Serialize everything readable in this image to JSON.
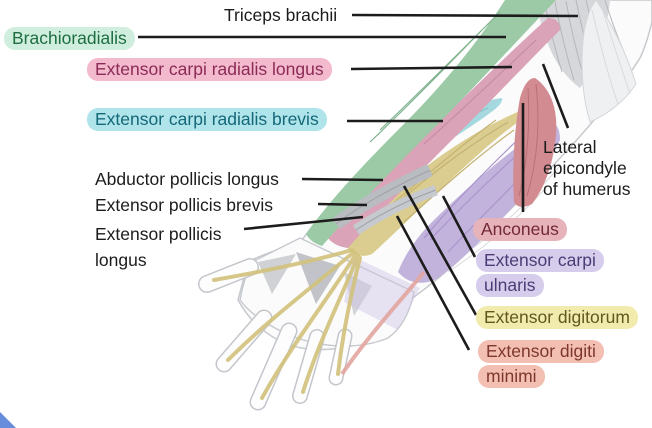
{
  "figure": {
    "description": "Labeled anatomical diagram of the superficial posterior (extensor) muscles of the forearm, lateral view with hand"
  },
  "colors": {
    "leader_line": "#1c1c1c",
    "plain_text": "#1c1c1c",
    "muscle_triceps_gray": "#d6d7da",
    "triceps_tendon_white": "#eef0f1",
    "muscle_green_brachioradialis": "#9ccaa6",
    "muscle_pink_ecrl": "#daa3b7",
    "muscle_red_anconeus": "#d28b90",
    "muscle_cyan_ecrb": "#a5d9df",
    "muscle_yellow_tendons": "#dbcd8f",
    "tendon_yellow_line": "#d2c27c",
    "muscle_purple_digitorum": "#c2b3dc",
    "hand_pink_tendon": "#e2a59e",
    "hand_purple_wash": "#cfc3e4",
    "corner_mark_blue": "#4b79d6"
  },
  "labels": {
    "triceps": {
      "text": "Triceps brachii",
      "fg": "#1c1c1c",
      "bg": "none"
    },
    "brachioradialis": {
      "text": "Brachioradialis",
      "fg": "#1e6e41",
      "bg": "#cfeedd"
    },
    "ecrl": {
      "text": "Extensor carpi radialis longus",
      "fg": "#8c2a56",
      "bg": "#f3b9cd"
    },
    "ecrb": {
      "text": "Extensor carpi radialis brevis",
      "fg": "#156878",
      "bg": "#aee4ea"
    },
    "apl": {
      "text": "Abductor pollicis longus",
      "fg": "#1c1c1c",
      "bg": "none"
    },
    "epb": {
      "text": "Extensor pollicis brevis",
      "fg": "#1c1c1c",
      "bg": "none"
    },
    "epl": {
      "line1": "Extensor pollicis",
      "line2": "longus",
      "fg": "#1c1c1c",
      "bg": "none"
    },
    "lateral_epicondyle": {
      "line1": "Lateral",
      "line2": "epicondyle",
      "line3": "of humerus",
      "fg": "#1c1c1c",
      "bg": "none"
    },
    "anconeus": {
      "text": "Anconeus",
      "fg": "#722837",
      "bg": "#e7b3ba"
    },
    "ecu": {
      "line1": "Extensor carpi",
      "line2": "ulnaris",
      "fg": "#4b3c75",
      "bg": "#d6cdec"
    },
    "digitorum": {
      "text": "Extensor digitorum",
      "fg": "#61571f",
      "bg": "#f1ecae"
    },
    "digiti_minimi": {
      "line1": "Extensor digiti",
      "line2": "minimi",
      "fg": "#7d372b",
      "bg": "#f3bfb2"
    }
  }
}
